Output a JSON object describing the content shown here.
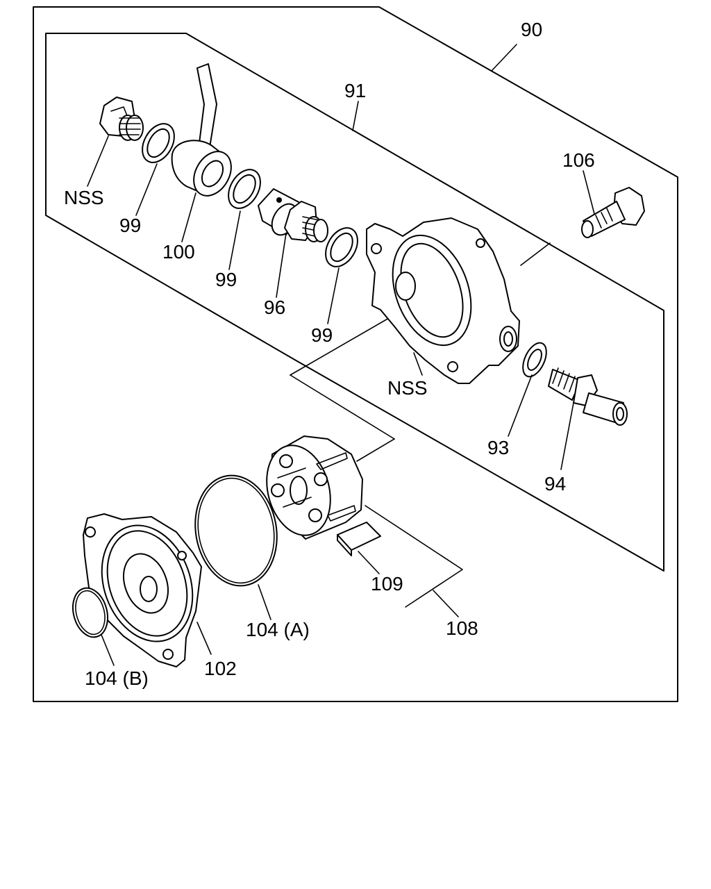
{
  "diagram": {
    "labels": {
      "p90": "90",
      "p91": "91",
      "p106": "106",
      "nss_top": "NSS",
      "p99_a": "99",
      "p100": "100",
      "p99_b": "99",
      "p96": "96",
      "p99_c": "99",
      "nss_bracket": "NSS",
      "p93": "93",
      "p94": "94",
      "p109": "109",
      "p108": "108",
      "p104a": "104 (A)",
      "p104b": "104 (B)",
      "p102": "102"
    }
  }
}
